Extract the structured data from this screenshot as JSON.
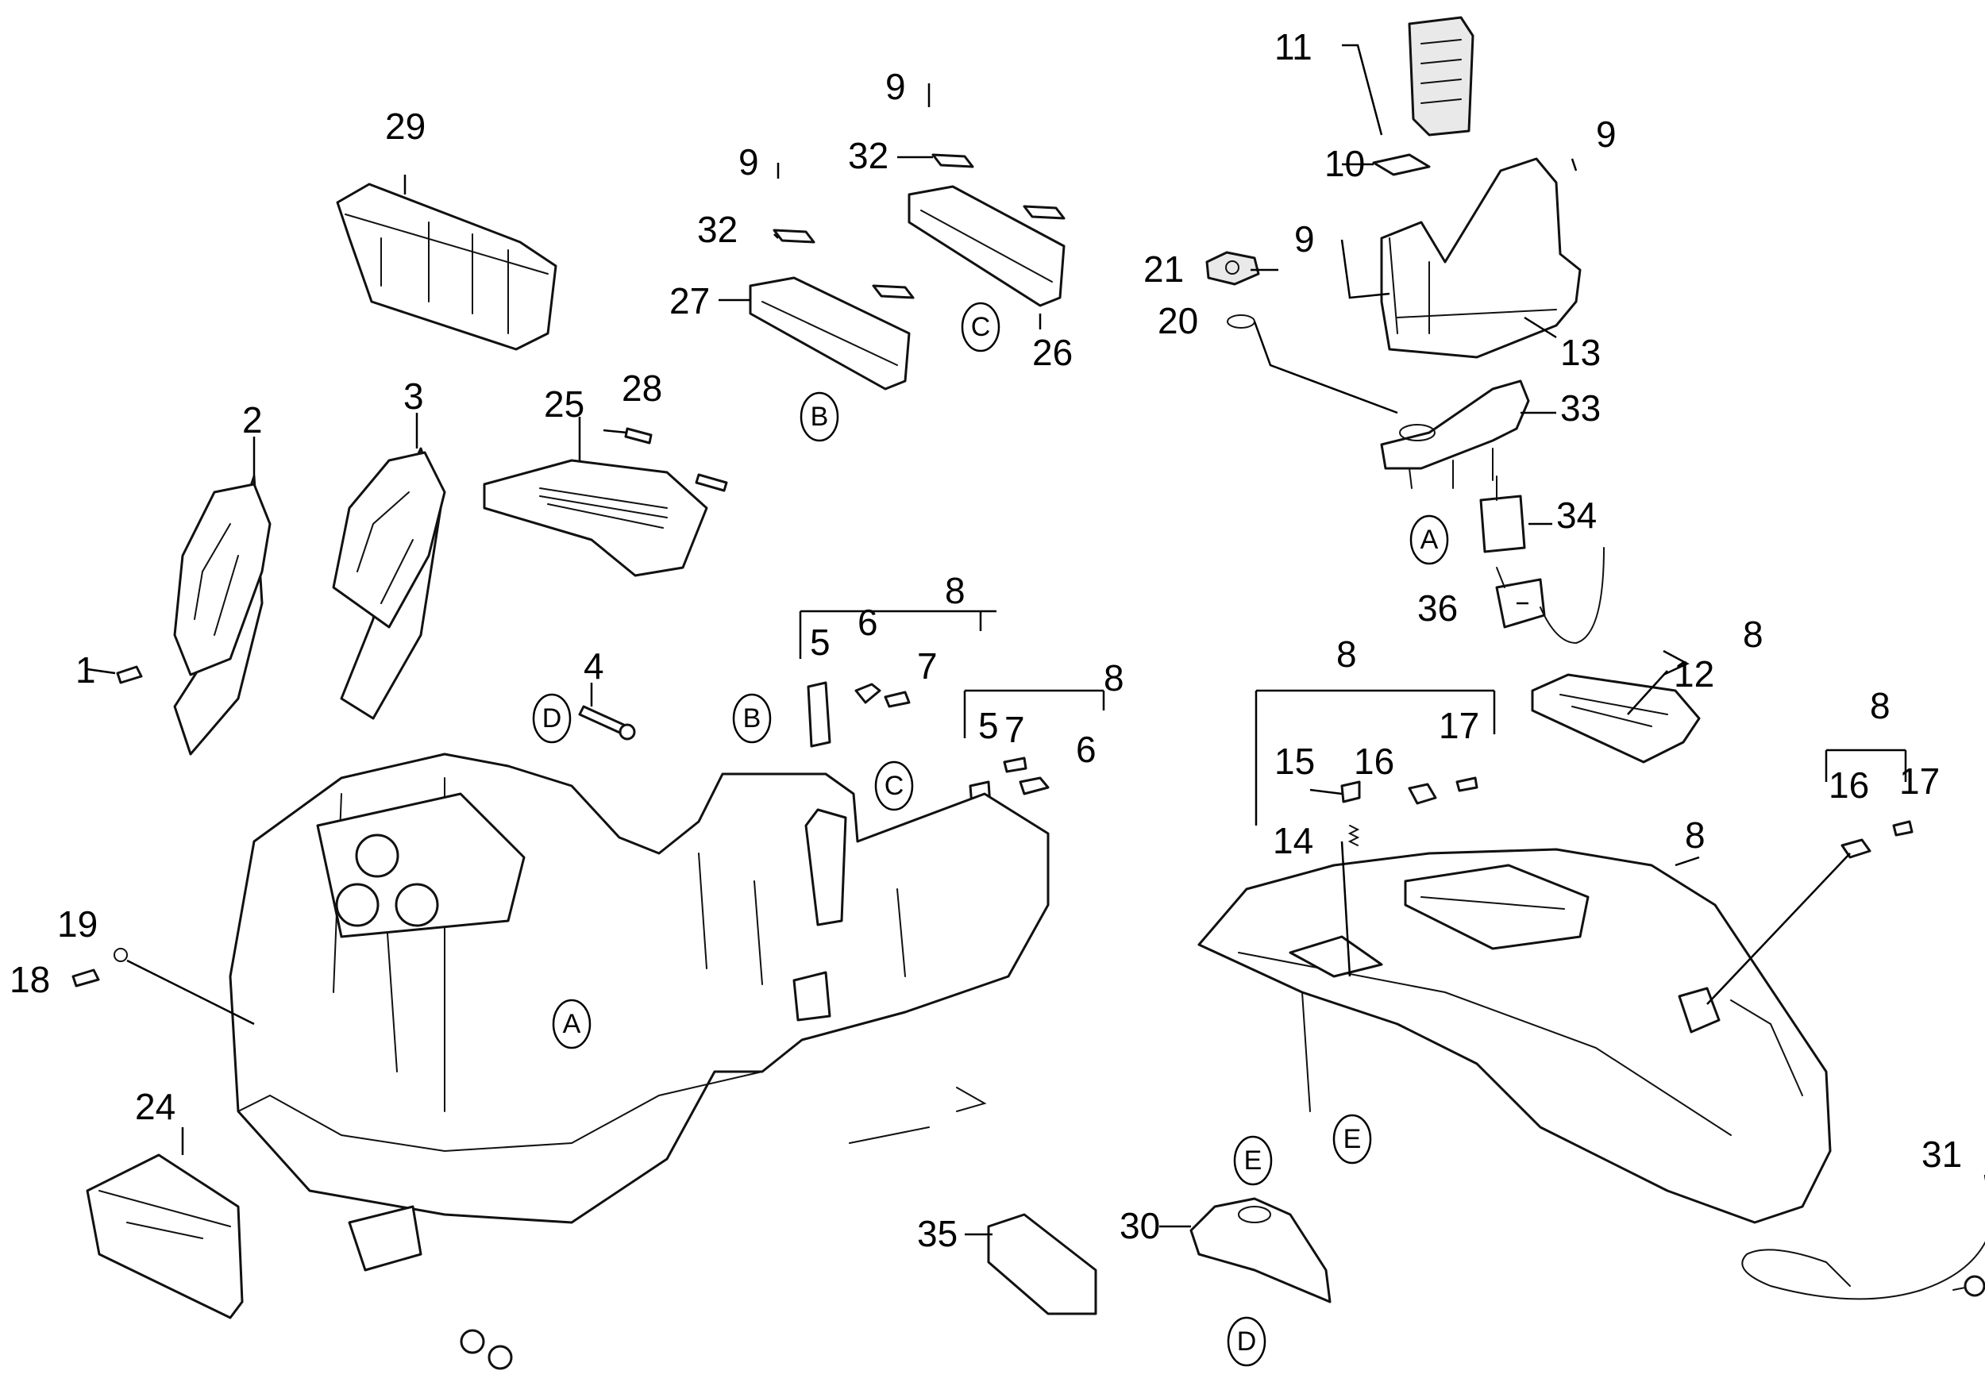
{
  "diagram": {
    "type": "exploded-parts-view",
    "part_numbers": [
      "1",
      "2",
      "3",
      "4",
      "5",
      "6",
      "7",
      "8",
      "9",
      "10",
      "11",
      "12",
      "13",
      "14",
      "15",
      "16",
      "17",
      "18",
      "19",
      "20",
      "21",
      "24",
      "25",
      "26",
      "27",
      "28",
      "29",
      "30",
      "31",
      "32",
      "33",
      "34",
      "35",
      "36"
    ],
    "callouts": {
      "c1": "1",
      "c2": "2",
      "c3": "3",
      "c4": "4",
      "c5a": "5",
      "c6a": "6",
      "c7a": "7",
      "c8a": "8",
      "c5b": "5",
      "c7b": "7",
      "c6b": "6",
      "c8b": "8",
      "c9a": "9",
      "c32a": "32",
      "c27": "27",
      "c9b": "9",
      "c32b": "32",
      "c26": "26",
      "c11": "11",
      "c10": "10",
      "c9c": "9",
      "c9d": "9",
      "c13": "13",
      "c21": "21",
      "c20": "20",
      "c33": "33",
      "c34": "34",
      "c36": "36",
      "c28": "28",
      "c25": "25",
      "c29": "29",
      "c8c": "8",
      "c12": "12",
      "c8d": "8",
      "c15": "15",
      "c16a": "16",
      "c17a": "17",
      "c14": "14",
      "c8e": "8",
      "c16b": "16",
      "c17b": "17",
      "c8f": "8",
      "c19": "19",
      "c18": "18",
      "c24": "24",
      "c35": "35",
      "c30": "30",
      "c31": "31"
    },
    "connectors": {
      "A_top": "A",
      "A_mid": "A",
      "B_top": "B",
      "B_mid": "B",
      "C_top": "C",
      "C_mid": "C",
      "D_mid": "D",
      "D_bot": "D",
      "E_mid": "E",
      "E_bot": "E"
    }
  }
}
